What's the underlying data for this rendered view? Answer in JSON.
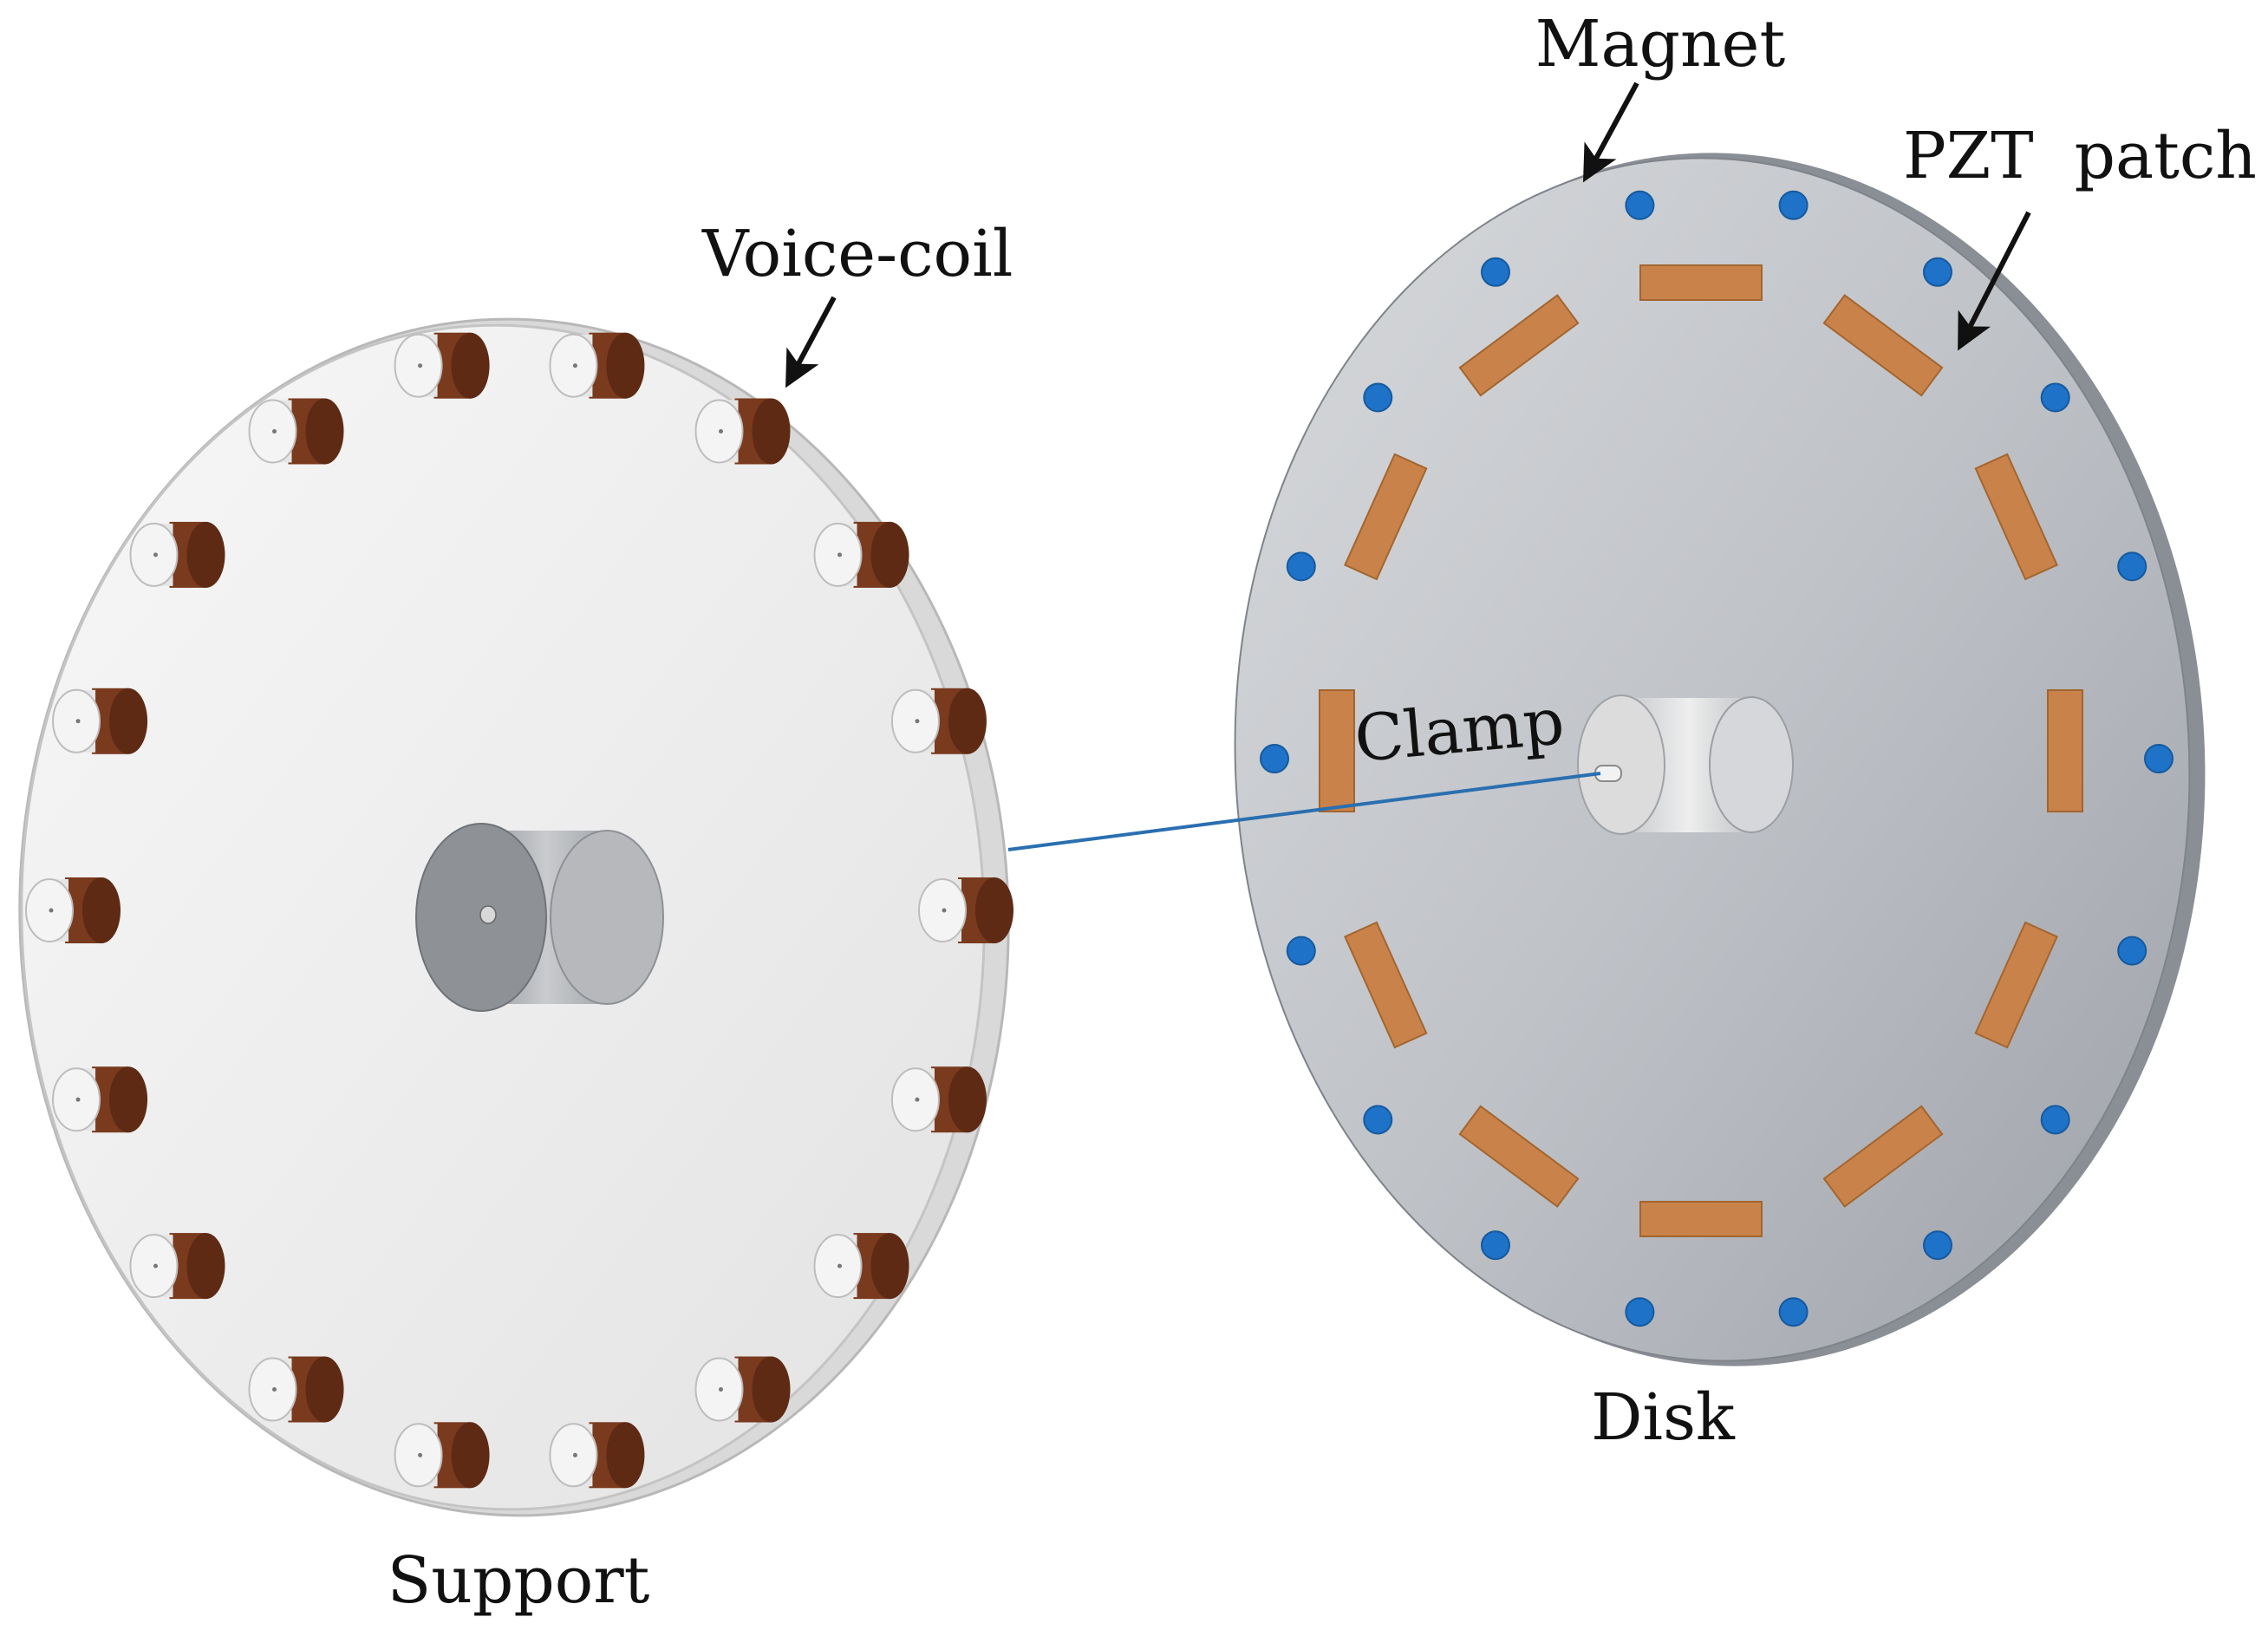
{
  "labels": {
    "magnet": "Magnet",
    "pzt_patch": "PZT  patch",
    "voice_coil": "Voice-coil",
    "clamp": "Clamp",
    "disk": "Disk",
    "support": "Support"
  },
  "components": {
    "support_voice_coils": 18,
    "disk_magnets": 18,
    "disk_pzt_patches": 12
  },
  "colors": {
    "support_face": "#efefef",
    "disk_face": "#b9bcc2",
    "coil_copper": "#7a3a1e",
    "coil_cap": "#f4f4f4",
    "magnet_blue": "#1e72c8",
    "pzt_orange": "#c9834a",
    "shaft_blue": "#2a6fb0",
    "hub_gray": "#8e9196",
    "arrow": "#111111"
  }
}
